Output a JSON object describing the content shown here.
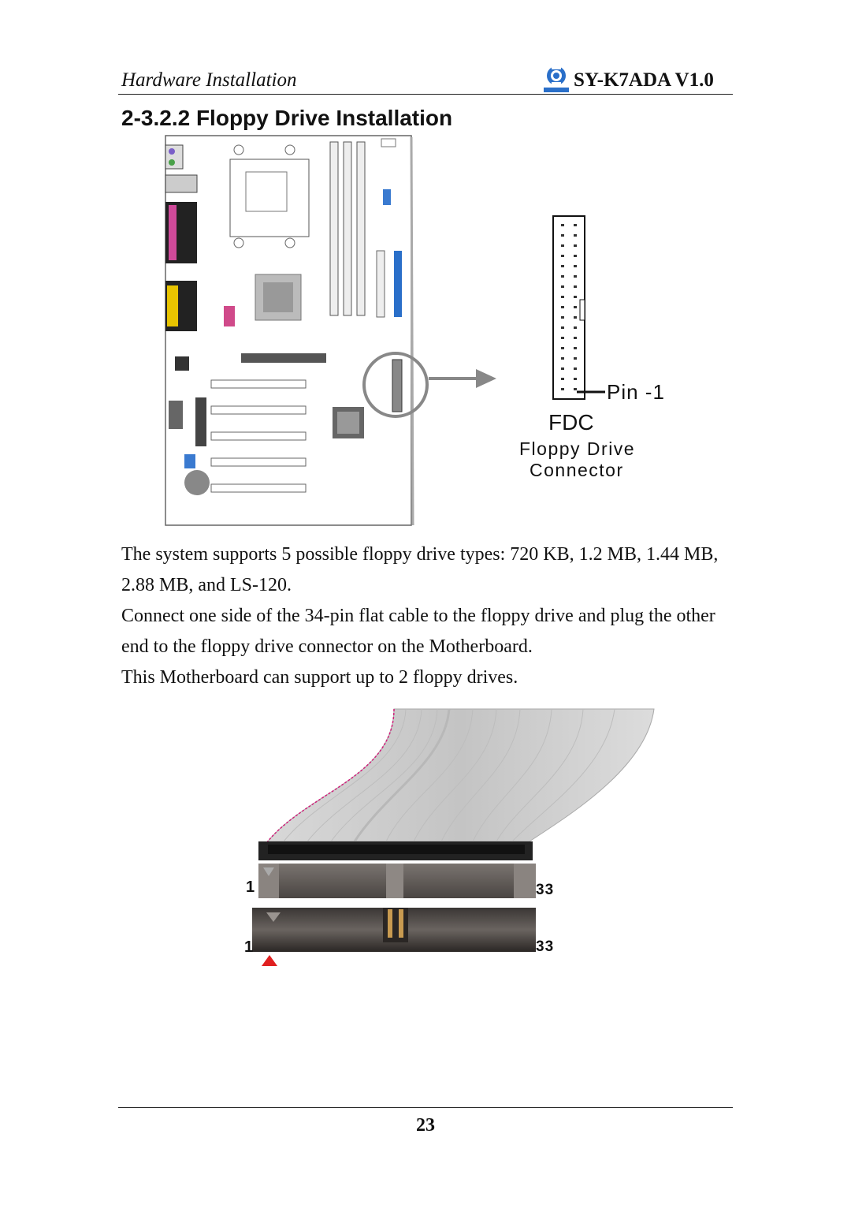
{
  "header": {
    "section_name": "Hardware Installation",
    "model": "SY-K7ADA V1.0",
    "logo_icon": "soyo-logo-icon"
  },
  "title": "2-3.2.2 Floppy Drive Installation",
  "figure": {
    "pin_label": "Pin -1",
    "connector_name": "FDC",
    "connector_desc_line1": "Floppy Drive",
    "connector_desc_line2": "Connector"
  },
  "body": {
    "para1": "The system supports 5 possible floppy drive types: 720 KB, 1.2 MB, 1.44 MB, 2.88 MB, and LS-120.",
    "para2": "Connect one side of the 34-pin flat cable to the floppy drive and plug the other end to the floppy drive connector on the Motherboard.",
    "para3": "This Motherboard can support up to 2 floppy drives."
  },
  "cable_figure": {
    "top_left_num": "1",
    "top_right_num": "33",
    "bottom_left_num": "1",
    "bottom_right_num": "33",
    "pin1_marker_color": "#e02020",
    "stripe_color": "#d0207a"
  },
  "footer": {
    "page_number": "23"
  }
}
